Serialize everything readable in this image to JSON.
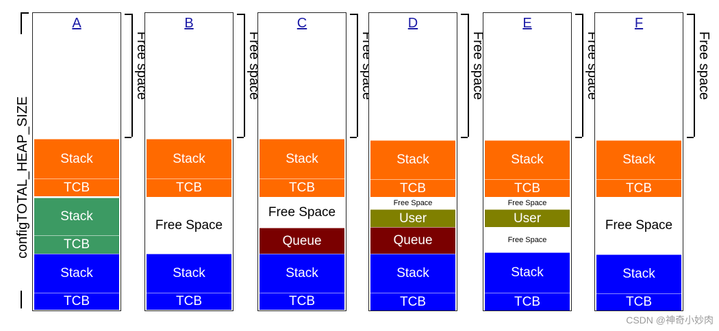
{
  "axis_label": "configTOTAL_HEAP_SIZE",
  "free_space_label": "Free space",
  "watermark": "CSDN @神奇小妙肉",
  "colors": {
    "stack_orange": "#ff6a00",
    "stack_green": "#3c9a63",
    "stack_blue": "#0000ff",
    "queue": "#7a0000",
    "user": "#808000"
  },
  "columns": [
    {
      "title": "A",
      "blocks": [
        {
          "label": "Stack",
          "kind": "orange"
        },
        {
          "label": "TCB",
          "kind": "orange"
        },
        {
          "label": "Stack",
          "kind": "green"
        },
        {
          "label": "TCB",
          "kind": "green"
        },
        {
          "label": "Stack",
          "kind": "blue"
        },
        {
          "label": "TCB",
          "kind": "blue"
        }
      ]
    },
    {
      "title": "B",
      "blocks": [
        {
          "label": "Stack",
          "kind": "orange"
        },
        {
          "label": "TCB",
          "kind": "orange"
        },
        {
          "label": "Free Space",
          "kind": "free"
        },
        {
          "label": "Stack",
          "kind": "blue"
        },
        {
          "label": "TCB",
          "kind": "blue"
        }
      ]
    },
    {
      "title": "C",
      "blocks": [
        {
          "label": "Stack",
          "kind": "orange"
        },
        {
          "label": "TCB",
          "kind": "orange"
        },
        {
          "label": "Free Space",
          "kind": "free"
        },
        {
          "label": "Queue",
          "kind": "queue"
        },
        {
          "label": "Stack",
          "kind": "blue"
        },
        {
          "label": "TCB",
          "kind": "blue"
        }
      ]
    },
    {
      "title": "D",
      "blocks": [
        {
          "label": "Stack",
          "kind": "orange"
        },
        {
          "label": "TCB",
          "kind": "orange"
        },
        {
          "label": "Free Space",
          "kind": "free-small"
        },
        {
          "label": "User",
          "kind": "user"
        },
        {
          "label": "Queue",
          "kind": "queue"
        },
        {
          "label": "Stack",
          "kind": "blue"
        },
        {
          "label": "TCB",
          "kind": "blue"
        }
      ]
    },
    {
      "title": "E",
      "blocks": [
        {
          "label": "Stack",
          "kind": "orange"
        },
        {
          "label": "TCB",
          "kind": "orange"
        },
        {
          "label": "Free Space",
          "kind": "free-small"
        },
        {
          "label": "User",
          "kind": "user"
        },
        {
          "label": "Free Space",
          "kind": "free-small"
        },
        {
          "label": "Stack",
          "kind": "blue"
        },
        {
          "label": "TCB",
          "kind": "blue"
        }
      ]
    },
    {
      "title": "F",
      "blocks": [
        {
          "label": "Stack",
          "kind": "orange"
        },
        {
          "label": "TCB",
          "kind": "orange"
        },
        {
          "label": "Free Space",
          "kind": "free"
        },
        {
          "label": "Stack",
          "kind": "blue"
        },
        {
          "label": "TCB",
          "kind": "blue"
        }
      ]
    }
  ]
}
